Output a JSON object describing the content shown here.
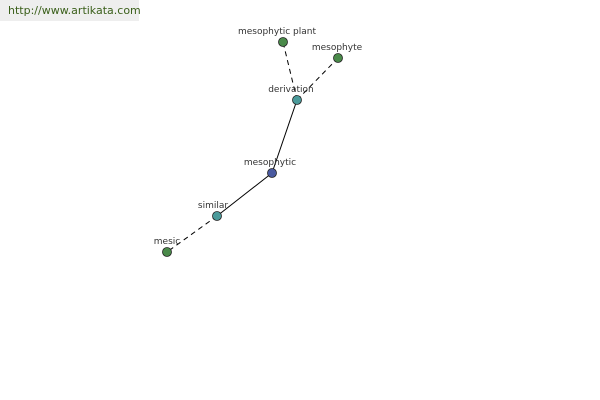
{
  "header": {
    "site_url": "http://www.artikata.com"
  },
  "graph": {
    "nodes": [
      {
        "id": "mesophytic",
        "label": "mesophytic",
        "kind": "center"
      },
      {
        "id": "derivation",
        "label": "derivation",
        "kind": "relation"
      },
      {
        "id": "similar",
        "label": "similar",
        "kind": "relation"
      },
      {
        "id": "mesophytic_plant",
        "label": "mesophytic plant",
        "kind": "term"
      },
      {
        "id": "mesophyte",
        "label": "mesophyte",
        "kind": "term"
      },
      {
        "id": "mesic",
        "label": "mesic",
        "kind": "term"
      }
    ],
    "edges": [
      {
        "from": "mesophytic",
        "to": "derivation",
        "style": "solid"
      },
      {
        "from": "mesophytic",
        "to": "similar",
        "style": "solid"
      },
      {
        "from": "derivation",
        "to": "mesophytic_plant",
        "style": "dashed"
      },
      {
        "from": "derivation",
        "to": "mesophyte",
        "style": "dashed"
      },
      {
        "from": "similar",
        "to": "mesic",
        "style": "dashed"
      }
    ],
    "colors": {
      "center": "#4a5aa0",
      "relation": "#4a9a9a",
      "term": "#4a8a4a",
      "node_stroke": "#222222",
      "edge": "#000000",
      "url_text": "#3a5f1a",
      "banner_bg": "#eeeeee"
    }
  }
}
